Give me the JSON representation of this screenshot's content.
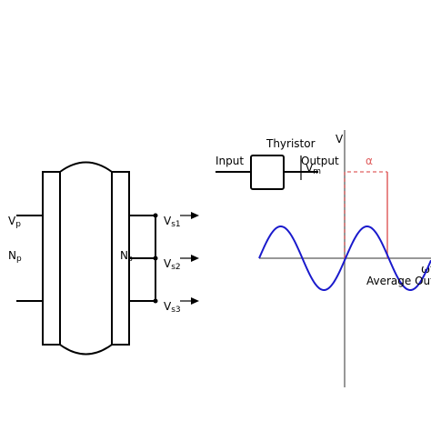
{
  "transformer": {
    "primary_voltage": "V",
    "primary_voltage_sub": "p",
    "primary_turns": "N",
    "primary_turns_sub": "p",
    "secondary_turns": "N",
    "secondary_turns_sub": "s",
    "outputs": [
      {
        "main": "V",
        "sub": "s1"
      },
      {
        "main": "V",
        "sub": "s2"
      },
      {
        "main": "V",
        "sub": "s3"
      }
    ]
  },
  "thyristor": {
    "title": "Thyristor",
    "input_label": "Input",
    "output_label": "Output",
    "gate_label": "V",
    "gate_label_sub": "m"
  },
  "waveform": {
    "y_axis_label": "V",
    "x_axis_label": "ωt",
    "firing_angle_label": "α",
    "average_label": "Average Output",
    "colors": {
      "wave": "#1a1acc",
      "firing": "#e06060",
      "axis": "#777777"
    }
  }
}
